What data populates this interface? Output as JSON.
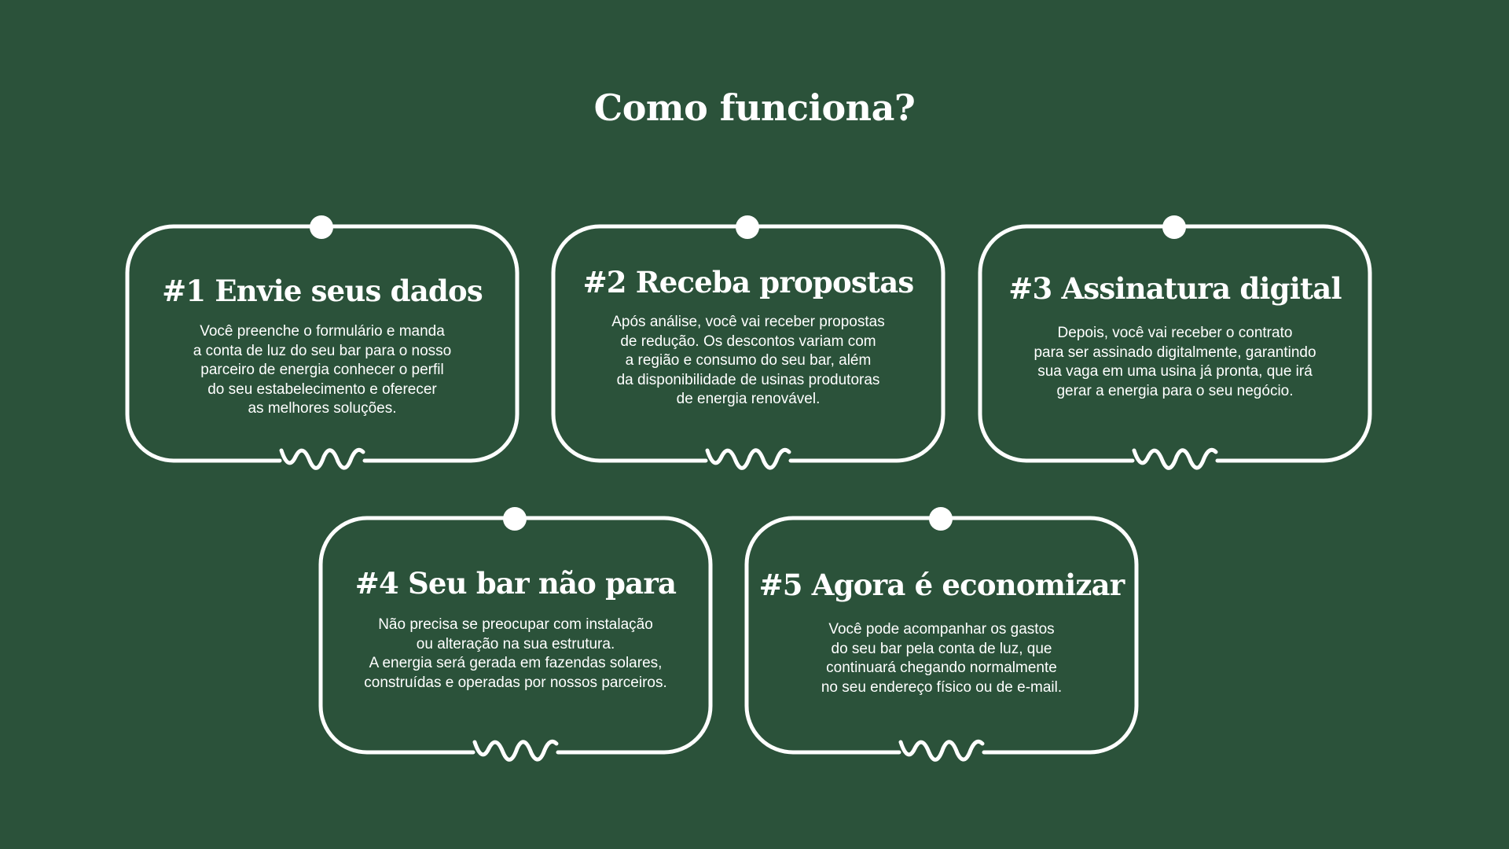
{
  "title": "Como funciona?",
  "colors": {
    "background": "#2b523a",
    "foreground": "#ffffff"
  },
  "steps": [
    {
      "heading": "#1 Envie seus dados",
      "lines": [
        "Você preenche o formulário e manda",
        "a conta de luz do seu bar para o nosso",
        "parceiro de energia conhecer o perfil",
        "do seu estabelecimento e oferecer",
        "as melhores soluções."
      ]
    },
    {
      "heading": "#2 Receba propostas",
      "lines": [
        "Após análise, você vai receber propostas",
        "de redução. Os descontos variam com",
        "a região e consumo do seu bar, além",
        "da disponibilidade de usinas produtoras",
        "de energia renovável."
      ]
    },
    {
      "heading": "#3 Assinatura digital",
      "lines": [
        "Depois, você vai receber o contrato",
        "para ser assinado digitalmente, garantindo",
        "sua vaga em uma usina já pronta, que irá",
        "gerar a energia para o seu negócio."
      ]
    },
    {
      "heading": "#4 Seu bar não para",
      "lines": [
        "Não precisa se preocupar com instalação",
        "ou alteração na sua estrutura.",
        "A energia será gerada em fazendas solares,",
        "construídas e operadas por nossos parceiros."
      ]
    },
    {
      "heading": "#5 Agora é economizar",
      "lines": [
        "Você pode acompanhar os gastos",
        "do seu bar pela conta de luz, que",
        "continuará chegando normalmente",
        "no seu endereço físico ou de e-mail."
      ]
    }
  ]
}
